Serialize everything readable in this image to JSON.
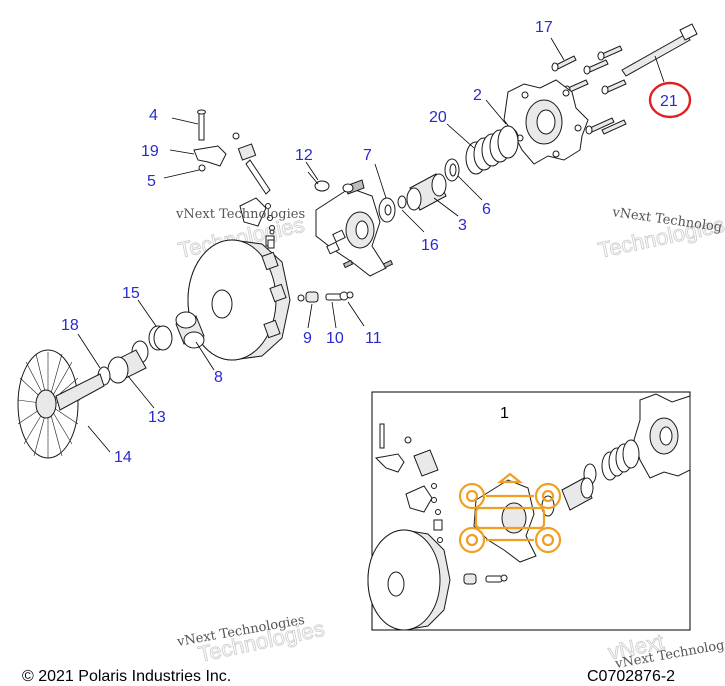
{
  "callouts": {
    "c1": "1",
    "c2": "2",
    "c3": "3",
    "c4": "4",
    "c5": "5",
    "c6": "6",
    "c7": "7",
    "c8": "8",
    "c9": "9",
    "c10": "10",
    "c11": "11",
    "c12": "12",
    "c13": "13",
    "c14": "14",
    "c15": "15",
    "c16": "16",
    "c17": "17",
    "c18": "18",
    "c19": "19",
    "c20": "20",
    "c21": "21"
  },
  "highlight": {
    "callout": "21",
    "color": "#e02020"
  },
  "watermarks": {
    "line1": "vNext Technologies",
    "line2": "vNext Technolog",
    "line3": "vNext",
    "line4": "Technologies"
  },
  "footer": {
    "copyright": "© 2021 Polaris Industries Inc.",
    "drawing_number": "C0702876-2"
  },
  "colors": {
    "callout_blue": "#2a2ad0",
    "line": "#1a1a1a",
    "stamp_orange": "#f0a020"
  }
}
